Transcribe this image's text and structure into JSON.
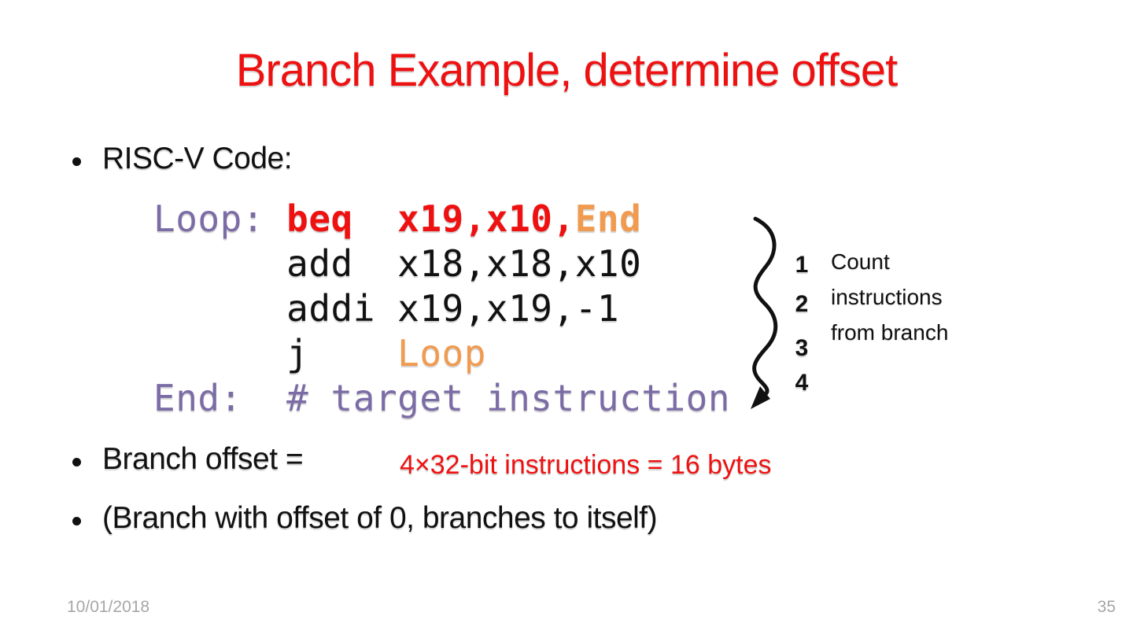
{
  "colors": {
    "red": "#EE1111",
    "purple": "#7C6CA6",
    "orange": "#F09B50",
    "ink": "#111111",
    "muted": "#A6A6A6"
  },
  "slide": {
    "title": "Branch Example, determine offset"
  },
  "bullets": [
    {
      "text": "RISC-V Code:"
    },
    {
      "text": "Branch offset =",
      "highlight": "4×32-bit instructions = 16 bytes"
    },
    {
      "text": "(Branch with offset of 0, branches to itself)"
    }
  ],
  "code": {
    "lines": [
      {
        "segments": [
          {
            "text": "Loop: "
          },
          {
            "text": "beq  x19,x10,"
          },
          {
            "text": "End"
          }
        ]
      },
      {
        "segments": [
          {
            "text": "      add  x18,x18,x10"
          }
        ]
      },
      {
        "segments": [
          {
            "text": "      addi x19,x19,-1"
          }
        ]
      },
      {
        "segments": [
          {
            "text": "      j    "
          },
          {
            "text": "Loop"
          }
        ]
      },
      {
        "segments": [
          {
            "text": "End:  # target instruction"
          }
        ]
      }
    ]
  },
  "annotation": {
    "counts": [
      "1",
      "2",
      "3",
      "4"
    ],
    "label_lines": [
      "Count",
      "instructions",
      "from branch"
    ]
  },
  "footer": {
    "date": "10/01/2018",
    "page_number": "35"
  }
}
